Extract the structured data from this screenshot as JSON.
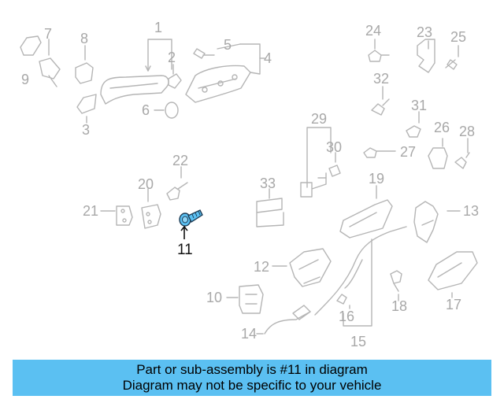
{
  "diagram": {
    "labels": {
      "1": "1",
      "2": "2",
      "3": "3",
      "4": "4",
      "5": "5",
      "6": "6",
      "7": "7",
      "8": "8",
      "9": "9",
      "10": "10",
      "11": "11",
      "12": "12",
      "13": "13",
      "14": "14",
      "15": "15",
      "16": "16",
      "17": "17",
      "18": "18",
      "19": "19",
      "20": "20",
      "21": "21",
      "22": "22",
      "23": "23",
      "24": "24",
      "25": "25",
      "26": "26",
      "27": "27",
      "28": "28",
      "29": "29",
      "30": "30",
      "31": "31",
      "32": "32",
      "33": "33"
    },
    "highlighted_part": "11"
  },
  "colors": {
    "banner": "#5bc0f2",
    "highlight_part": "#5bc0f2",
    "line_art": "#b5b5b5"
  },
  "banner": {
    "line1": "Part or sub-assembly is #11 in diagram",
    "line2": "Diagram may not be specific to your vehicle"
  }
}
